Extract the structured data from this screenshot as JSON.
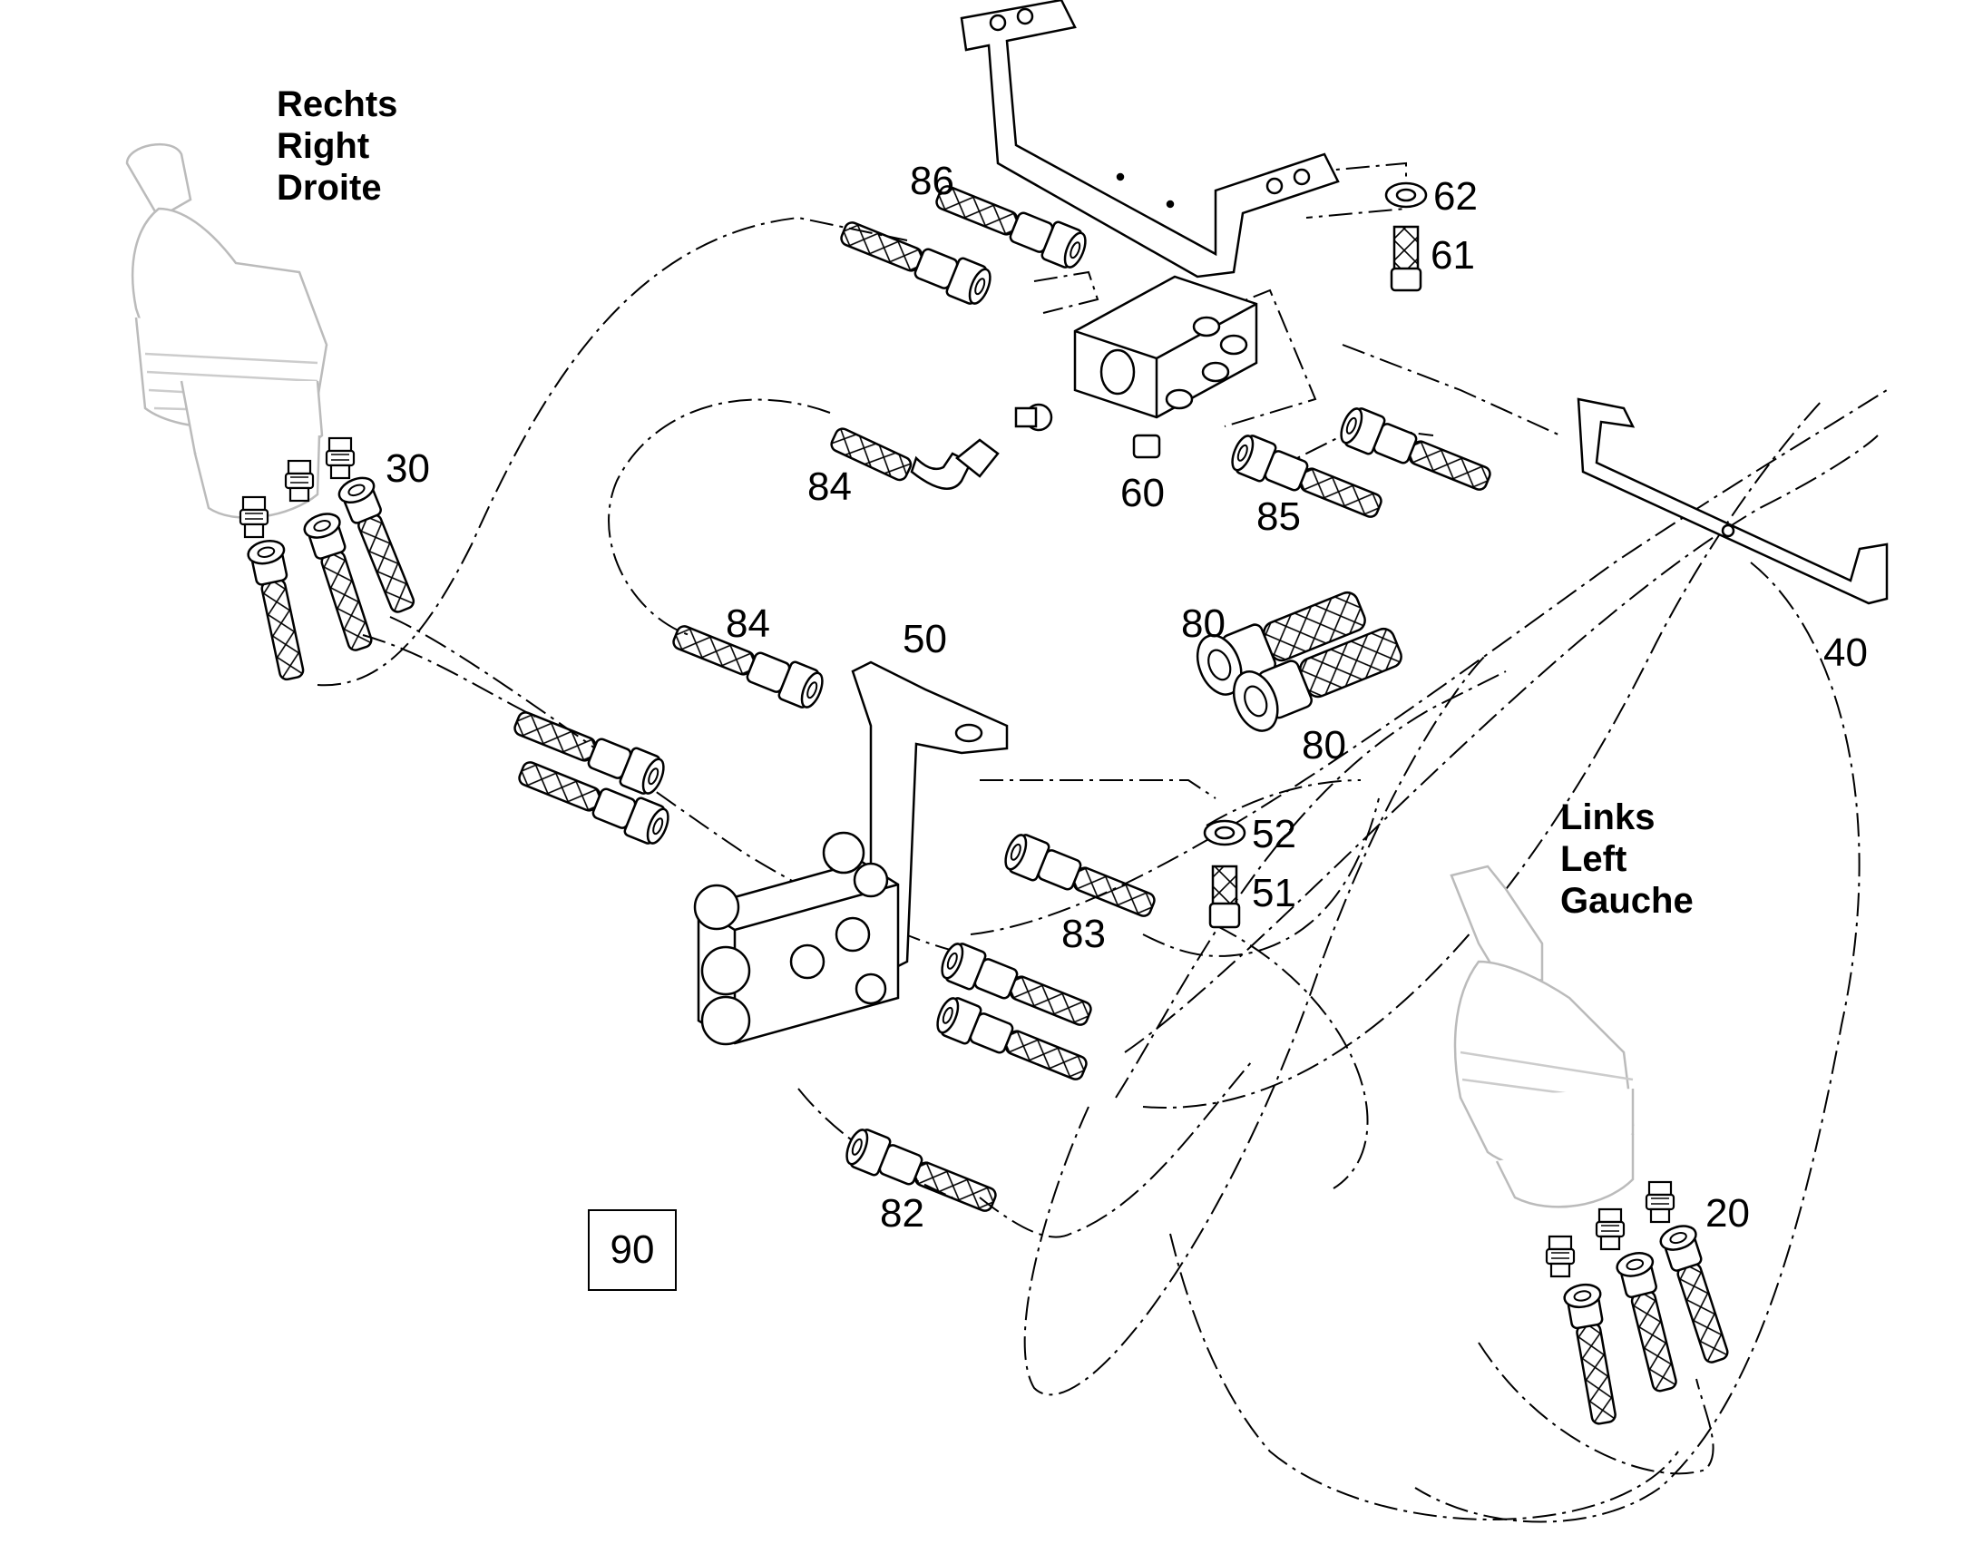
{
  "headings": {
    "right": [
      "Rechts",
      "Right",
      "Droite"
    ],
    "left": [
      "Links",
      "Left",
      "Gauche"
    ]
  },
  "part_labels": {
    "p20": "20",
    "p30": "30",
    "p40": "40",
    "p50": "50",
    "p51": "51",
    "p52": "52",
    "p60": "60",
    "p61": "61",
    "p62": "62",
    "p80a": "80",
    "p80b": "80",
    "p82": "82",
    "p83": "83",
    "p84a": "84",
    "p84b": "84",
    "p85": "85",
    "p86": "86"
  },
  "boxed_label": "90"
}
